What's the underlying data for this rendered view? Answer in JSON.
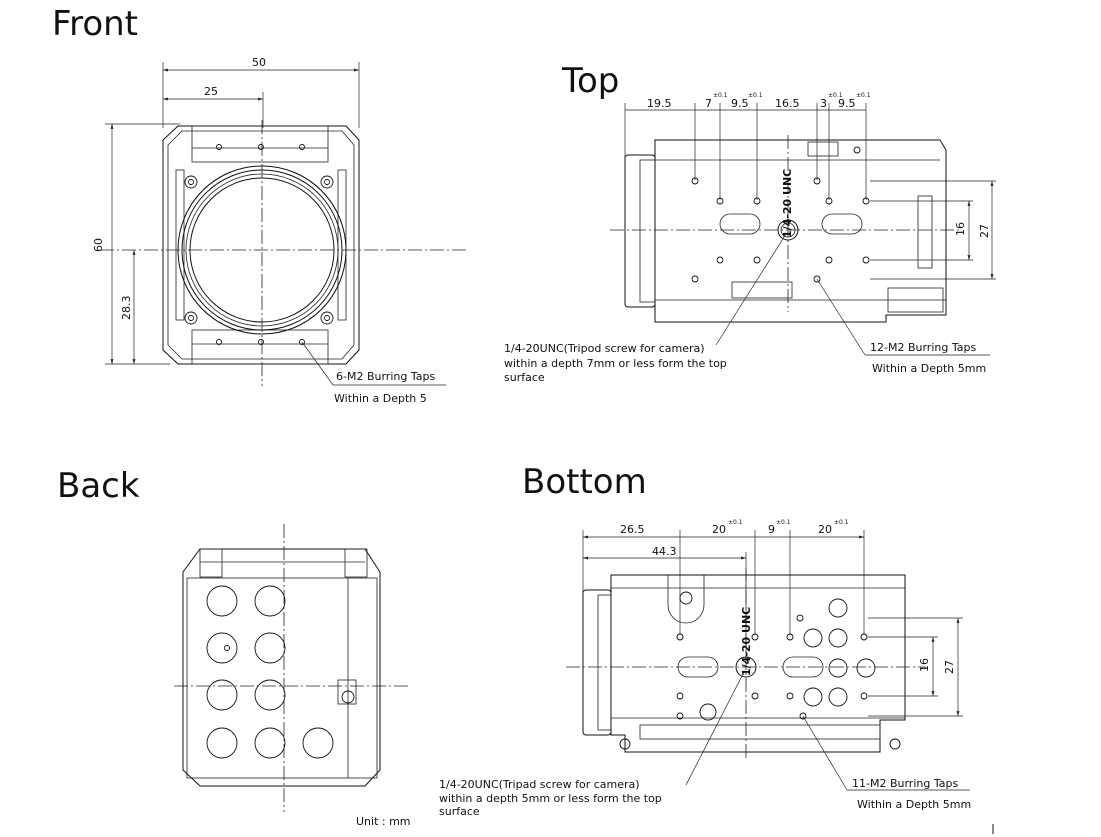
{
  "views": {
    "front": {
      "title": "Front",
      "dims": {
        "width_total": "50",
        "width_half": "25",
        "height_total": "60",
        "height_center": "28.3"
      },
      "callout": {
        "line1": "6-M2 Burring Taps",
        "line2": "Within a Depth 5"
      }
    },
    "top": {
      "title": "Top",
      "dims": {
        "d1": "19.5",
        "d2": "7",
        "d3": "9.5",
        "d4": "16.5",
        "d5": "3",
        "d6": "9.5",
        "v1": "16",
        "v2": "27",
        "tol": "±0.1"
      },
      "tripod_label": "1/4-20 UNC",
      "callout_left": {
        "line1": "1/4-20UNC(Tripod screw for camera)",
        "line2": "within a depth 7mm or less form the top",
        "line3": "surface"
      },
      "callout_right": {
        "line1": "12-M2 Burring Taps",
        "line2": "Within a Depth 5mm"
      }
    },
    "back": {
      "title": "Back"
    },
    "bottom": {
      "title": "Bottom",
      "dims": {
        "d1": "26.5",
        "d2": "44.3",
        "d3": "20",
        "d4": "9",
        "d5": "20",
        "v1": "16",
        "v2": "27",
        "tol": "±0.1"
      },
      "tripod_label": "1/4-20 UNC",
      "callout_left": {
        "line1": "1/4-20UNC(Tripad screw for camera)",
        "line2": "within a depth 5mm or less form the top",
        "line3": "surface"
      },
      "callout_right": {
        "line1": "11-M2 Burring Taps",
        "line2": "Within a Depth 5mm"
      }
    }
  },
  "unit_label": "Unit : mm"
}
